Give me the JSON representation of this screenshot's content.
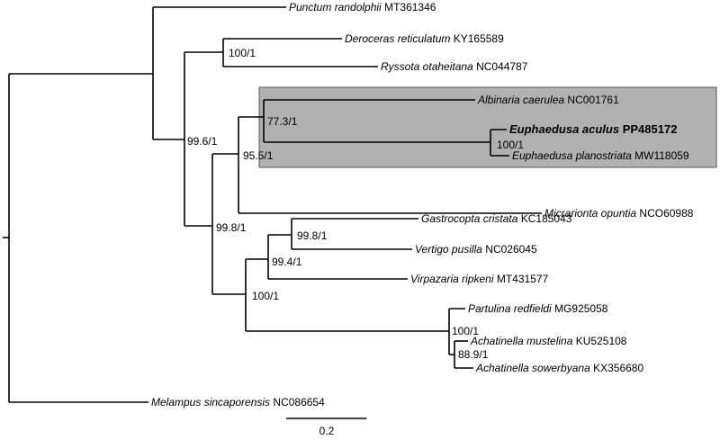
{
  "tree": {
    "highlight_color": "#b0b0b0",
    "taxa": [
      {
        "species": "Punctum randolphii",
        "accession": "MT361346"
      },
      {
        "species": "Deroceras reticulatum",
        "accession": "KY165589"
      },
      {
        "species": "Ryssota otaheitana",
        "accession": "NC044787"
      },
      {
        "species": "Albinaria caerulea",
        "accession": "NC001761"
      },
      {
        "species": "Euphaedusa aculus",
        "accession": "PP485172"
      },
      {
        "species": "Euphaedusa planostriata",
        "accession": "MW118059"
      },
      {
        "species": "Micrarionta opuntia",
        "accession": "NCO60988"
      },
      {
        "species": "Gastrocopta cristata",
        "accession": "KC185043"
      },
      {
        "species": "Vertigo pusilla",
        "accession": "NC026045"
      },
      {
        "species": "Virpazaria ripkeni",
        "accession": "MT431577"
      },
      {
        "species": "Partulina redfieldi",
        "accession": "MG925058"
      },
      {
        "species": "Achatinella mustelina",
        "accession": "KU525108"
      },
      {
        "species": "Achatinella sowerbyana",
        "accession": "KX356680"
      },
      {
        "species": "Melampus sincaporensis",
        "accession": "NC086654"
      }
    ],
    "supports": [
      "100/1",
      "99.6/1",
      "77.3/1",
      "100/1",
      "95.5/1",
      "99.8/1",
      "99.8/1",
      "99.4/1",
      "100/1",
      "100/1",
      "88.9/1"
    ],
    "scale_bar": "0.2"
  }
}
